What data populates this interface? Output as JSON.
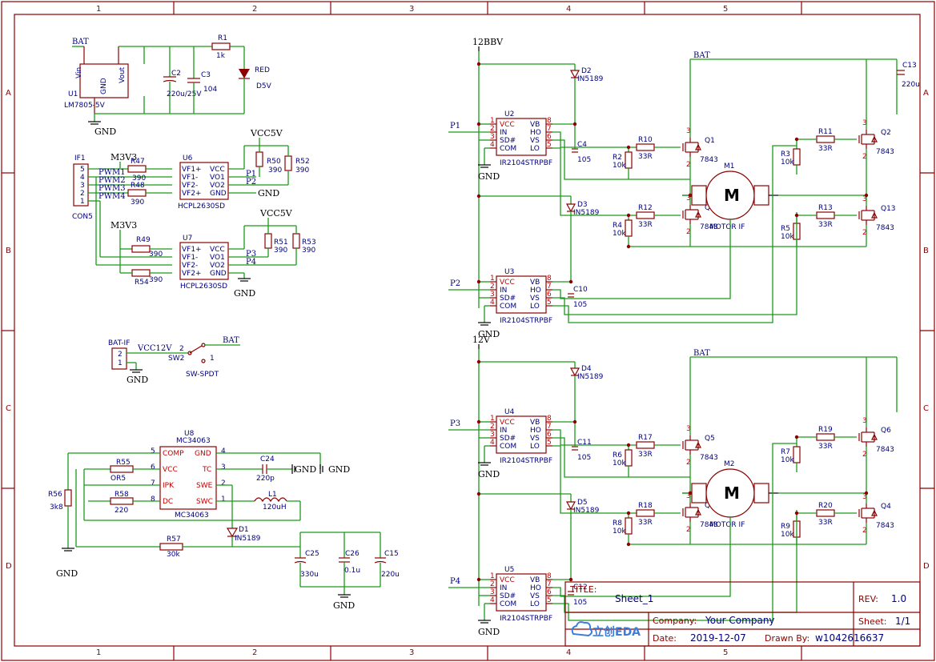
{
  "zones": {
    "cols": [
      "1",
      "2",
      "3",
      "4",
      "5"
    ],
    "rows": [
      "A",
      "B",
      "C",
      "D"
    ]
  },
  "power": {
    "bat": "BAT",
    "gnd": "GND",
    "vcc5v": "VCC5V",
    "m3v3": "M3V3",
    "v12bbv": "12BBV",
    "v12": "12V",
    "vcc12v": "VCC12V"
  },
  "parts": {
    "u1": {
      "ref": "U1",
      "val": "LM7805-5V",
      "vin": "Vin",
      "gnd": "GND",
      "vout": "Vout"
    },
    "c2": {
      "ref": "C2",
      "val": "220u/25V"
    },
    "c3": {
      "ref": "C3",
      "val": "104"
    },
    "r1": {
      "ref": "R1",
      "val": "1k"
    },
    "d5v": {
      "ref": "D5V",
      "val": "RED"
    },
    "if1": {
      "ref": "IF1",
      "val": "CON5"
    },
    "u6": {
      "ref": "U6",
      "val": "HCPL2630SD"
    },
    "u7": {
      "ref": "U7",
      "val": "HCPL2630SD"
    },
    "r47": {
      "ref": "R47",
      "val": "390"
    },
    "r48": {
      "ref": "R48",
      "val": "390"
    },
    "r49": {
      "ref": "R49",
      "val": "390"
    },
    "r54": {
      "ref": "R54",
      "val": "390"
    },
    "r50": {
      "ref": "R50",
      "val": "390"
    },
    "r52": {
      "ref": "R52",
      "val": "390"
    },
    "r51": {
      "ref": "R51",
      "val": "390"
    },
    "r53": {
      "ref": "R53",
      "val": "390"
    },
    "batif": {
      "ref": "BAT-IF"
    },
    "sw2": {
      "ref": "SW2",
      "val": "SW-SPDT"
    },
    "u8": {
      "ref": "U8",
      "val": "MC34063"
    },
    "r55": {
      "ref": "R55",
      "val": "OR5"
    },
    "r58": {
      "ref": "R58",
      "val": "220"
    },
    "r56": {
      "ref": "R56",
      "val": "3k8"
    },
    "r57": {
      "ref": "R57",
      "val": "30k"
    },
    "c24": {
      "ref": "C24",
      "val": "220p"
    },
    "l1": {
      "ref": "L1",
      "val": "120uH"
    },
    "d1": {
      "ref": "D1",
      "val": "IN5189"
    },
    "c25": {
      "ref": "C25",
      "val": "330u"
    },
    "c26": {
      "ref": "C26",
      "val": "0.1u"
    },
    "c15": {
      "ref": "C15",
      "val": "220u"
    },
    "drv": {
      "val": "IR2104STRPBF",
      "u2": "U2",
      "u3": "U3",
      "u4": "U4",
      "u5": "U5"
    },
    "diode": {
      "val": "IN5189",
      "d2": "D2",
      "d3": "D3",
      "d4": "D4",
      "d5": "D5"
    },
    "caps105": {
      "val": "105",
      "c4": "C4",
      "c10": "C10",
      "c11": "C11",
      "c12": "C12"
    },
    "gr": {
      "val": "33R",
      "r10": "R10",
      "r11": "R11",
      "r12": "R12",
      "r13": "R13",
      "r17": "R17",
      "r18": "R18",
      "r19": "R19",
      "r20": "R20"
    },
    "pr": {
      "val": "10k",
      "r2": "R2",
      "r3": "R3",
      "r4": "R4",
      "r5": "R5",
      "r6": "R6",
      "r7": "R7",
      "r8": "R8",
      "r9": "R9"
    },
    "fet": {
      "val": "7843",
      "q1": "Q1",
      "q2": "Q2",
      "q3": "Q3",
      "q13": "Q13",
      "q5": "Q5",
      "q6": "Q6",
      "q7": "Q7",
      "q4": "Q4"
    },
    "c13": {
      "ref": "C13",
      "val": "220u"
    },
    "m1": {
      "ref": "M1",
      "val": "MOTOR IF",
      "sym": "M"
    },
    "m2": {
      "ref": "M2",
      "val": "MOTOR IF",
      "sym": "M"
    }
  },
  "pins": {
    "hcpl": [
      "VCC",
      "VF1+",
      "VF1-",
      "VO1",
      "VF2-",
      "VO2",
      "VF2+",
      "GND"
    ],
    "ir": [
      "VCC",
      "IN",
      "SD#",
      "COM",
      "VB",
      "HO",
      "VS",
      "LO"
    ],
    "mc": [
      "COMP",
      "VCC",
      "IPK",
      "DC",
      "GND",
      "TC",
      "SWE",
      "SWC"
    ]
  },
  "nets": {
    "pwm1": "PWM1",
    "pwm2": "PWM2",
    "pwm3": "PWM3",
    "pwm4": "PWM4",
    "p1": "P1",
    "p2": "P2",
    "p3": "P3",
    "p4": "P4"
  },
  "title_block": {
    "title_label": "TITLE:",
    "title": "Sheet_1",
    "rev_label": "REV:",
    "rev": "1.0",
    "company_label": "Company:",
    "company": "Your Company",
    "sheet_label": "Sheet:",
    "sheet": "1/1",
    "date_label": "Date:",
    "date": "2019-12-07",
    "drawn_label": "Drawn By:",
    "drawn": "w1042616637",
    "logo": "立创EDA"
  },
  "colors": {
    "frame": "#8b0000",
    "wire": "#1a9b1a",
    "text": "#000080"
  }
}
